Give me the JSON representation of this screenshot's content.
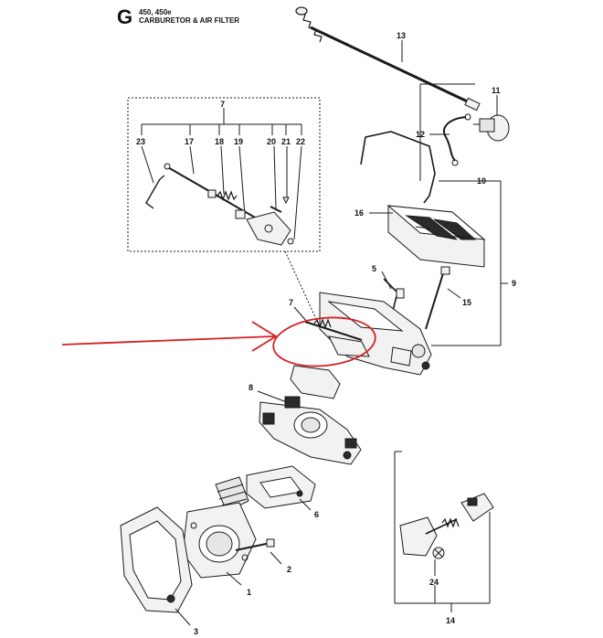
{
  "header": {
    "section_letter": "G",
    "models": "450, 450e",
    "title": "CARBURETOR & AIR FILTER"
  },
  "callouts": [
    "1",
    "2",
    "3",
    "5",
    "6",
    "7",
    "8",
    "9",
    "10",
    "11",
    "12",
    "13",
    "14",
    "15",
    "16",
    "17",
    "18",
    "19",
    "20",
    "21",
    "22",
    "23",
    "24"
  ],
  "colors": {
    "line": "#1a1a1a",
    "annotation": "#d62020",
    "part_fill": "#f2f2f2",
    "dark_fill": "#2a2a2a"
  }
}
